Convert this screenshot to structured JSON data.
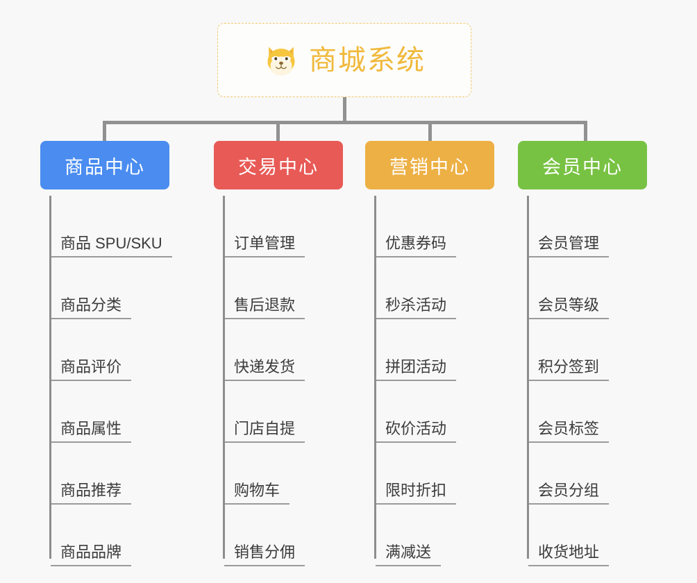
{
  "background_color": "#f8f8f8",
  "root": {
    "icon": "dog-face-emoji",
    "emoji": "🐶",
    "title": "商城系统",
    "accent_color": "#f0b93c",
    "border_color": "#f0c869"
  },
  "connector_color": "#919191",
  "categories": [
    {
      "label": "商品中心",
      "color": "#4a8cf0",
      "items": [
        "商品 SPU/SKU",
        "商品分类",
        "商品评价",
        "商品属性",
        "商品推荐",
        "商品品牌"
      ]
    },
    {
      "label": "交易中心",
      "color": "#e85a56",
      "items": [
        "订单管理",
        "售后退款",
        "快递发货",
        "门店自提",
        "购物车",
        "销售分佣"
      ]
    },
    {
      "label": "营销中心",
      "color": "#edb045",
      "items": [
        "优惠券码",
        "秒杀活动",
        "拼团活动",
        "砍价活动",
        "限时折扣",
        "满减送"
      ]
    },
    {
      "label": "会员中心",
      "color": "#78c243",
      "items": [
        "会员管理",
        "会员等级",
        "积分签到",
        "会员标签",
        "会员分组",
        "收货地址"
      ]
    }
  ]
}
